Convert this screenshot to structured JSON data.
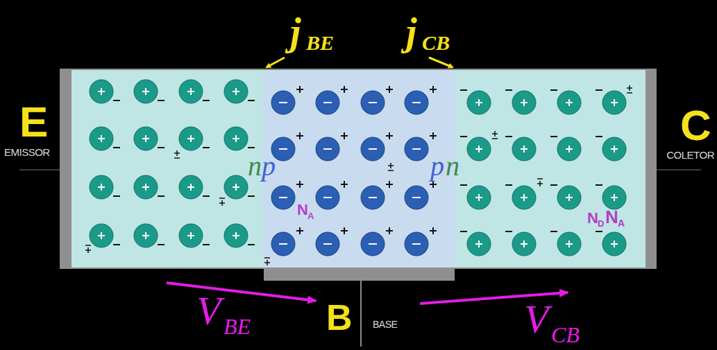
{
  "diagram": {
    "labels": [
      "j",
      "BE",
      "j",
      "CB",
      "E",
      "EMISSOR",
      "C",
      "COLETOR",
      "n",
      "p",
      "p",
      "n",
      "N",
      "A",
      "N",
      "D",
      "N",
      "A",
      "V",
      "BE",
      "B",
      "BASE",
      "V",
      "CB"
    ]
  }
}
